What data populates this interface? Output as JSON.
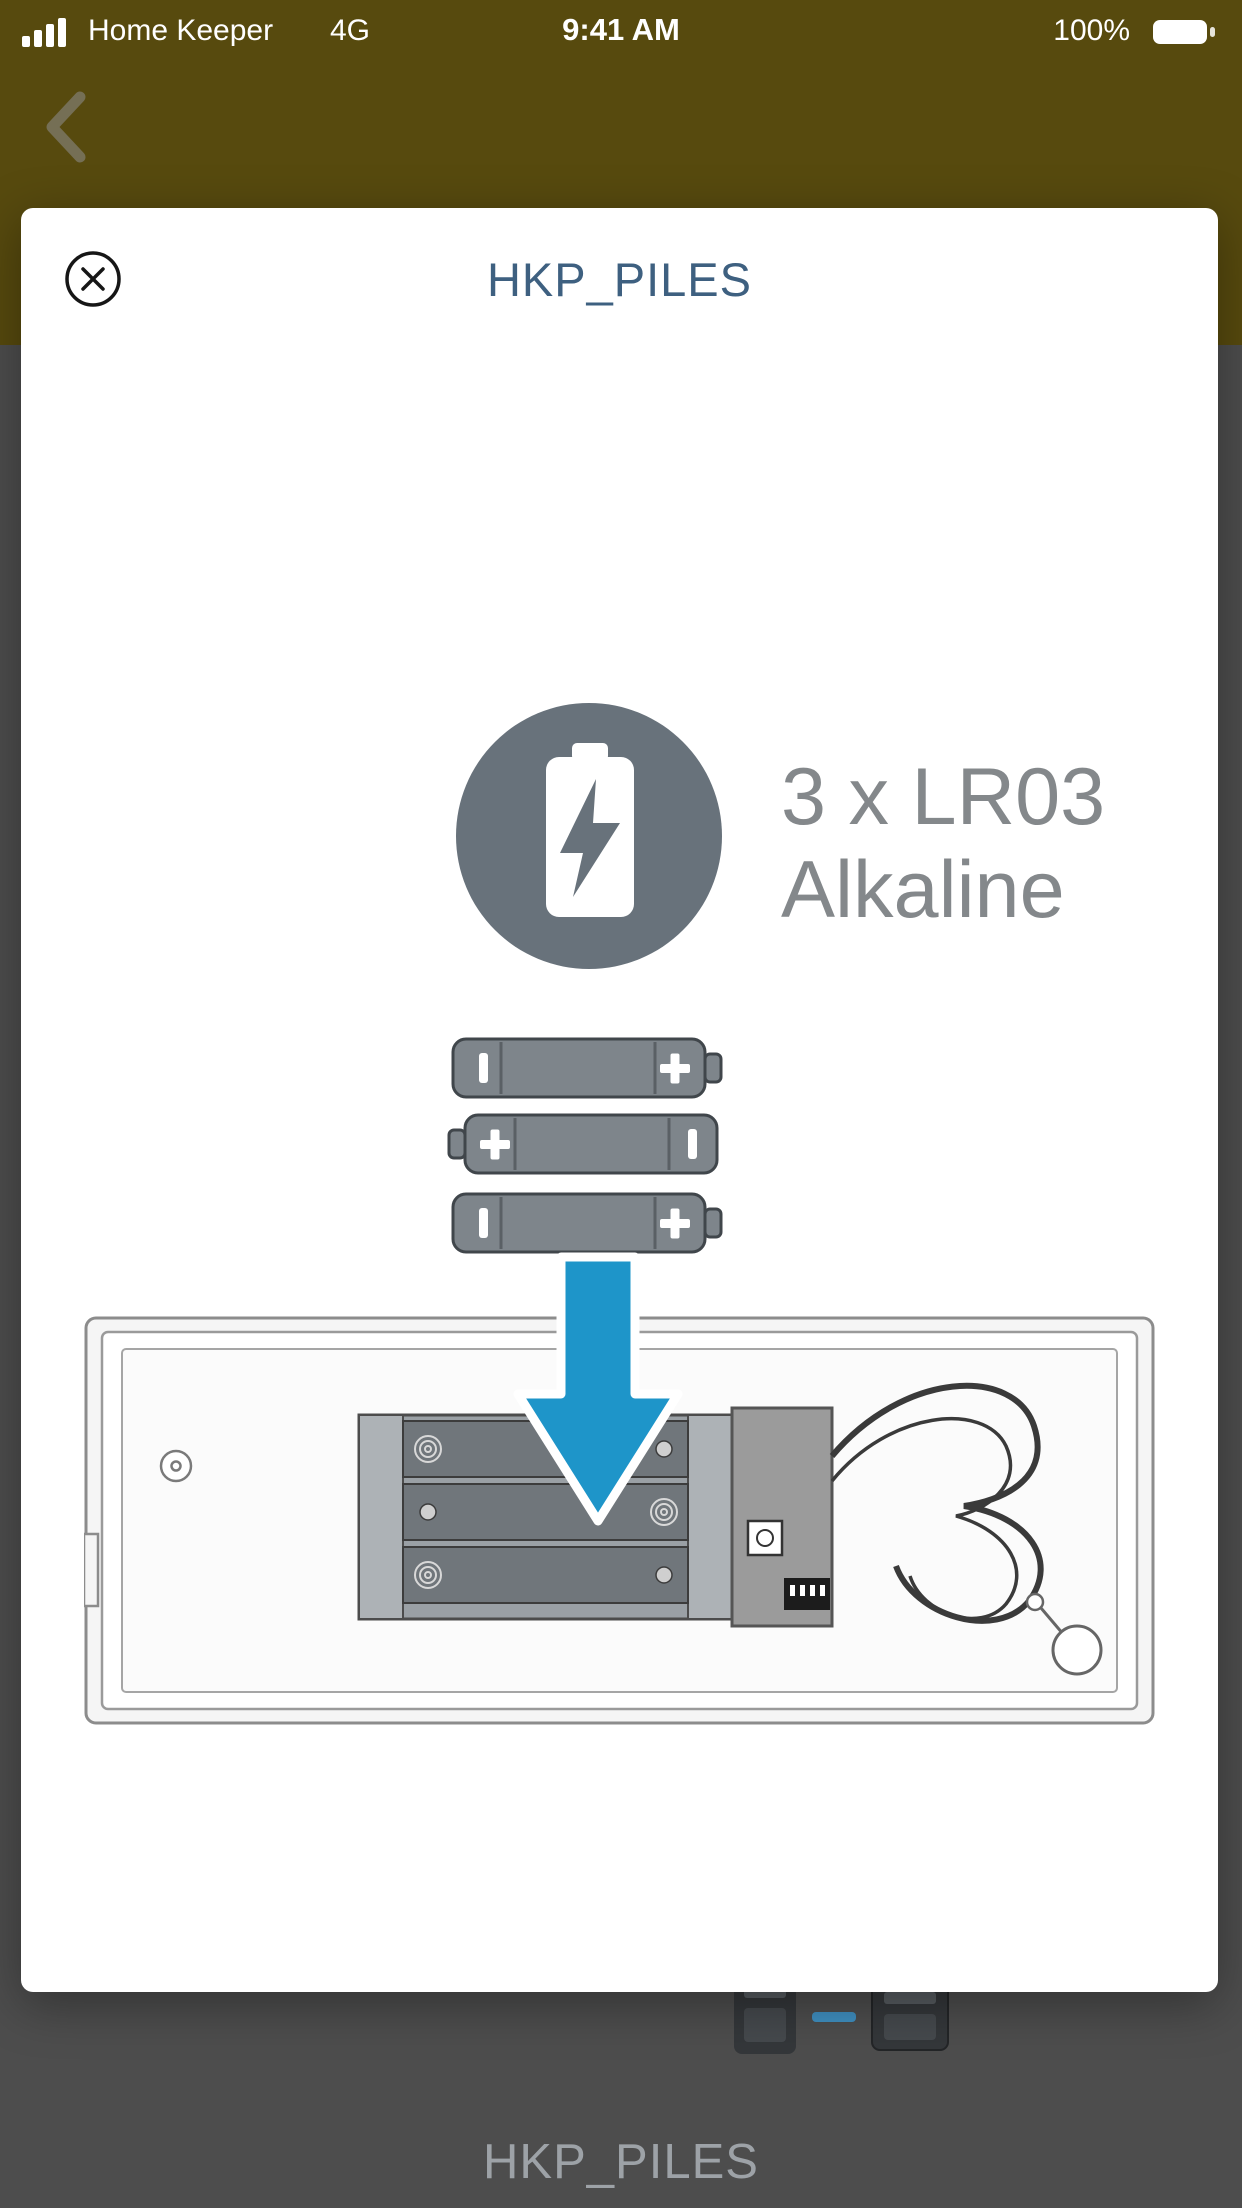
{
  "status_bar": {
    "carrier": "Home Keeper",
    "network": "4G",
    "time": "9:41 AM",
    "battery_percent": "100%"
  },
  "modal": {
    "title": "HKP_PILES",
    "battery_spec": {
      "line1": "3 x LR03",
      "line2": "Alkaline"
    }
  },
  "page_behind": {
    "caption": "HKP_PILES"
  },
  "icons": {
    "signal": "cellular-signal-icon",
    "status_battery": "battery-full-icon",
    "back": "chevron-left-icon",
    "close": "close-circle-icon",
    "badge": "battery-lightning-icon",
    "batteries": "aaa-batteries-illustration",
    "arrow": "insert-down-arrow",
    "compartment": "battery-compartment-diagram"
  },
  "colors": {
    "header_background": "#574a0e",
    "dimmed_background": "#4d4d4d",
    "modal_background": "#ffffff",
    "title_text": "#3e6080",
    "spec_text": "#84888b",
    "badge_gray": "#68727b",
    "battery_gray": "#7e858b",
    "arrow_blue": "#1e95c9",
    "caption_text": "#9da2a7"
  }
}
